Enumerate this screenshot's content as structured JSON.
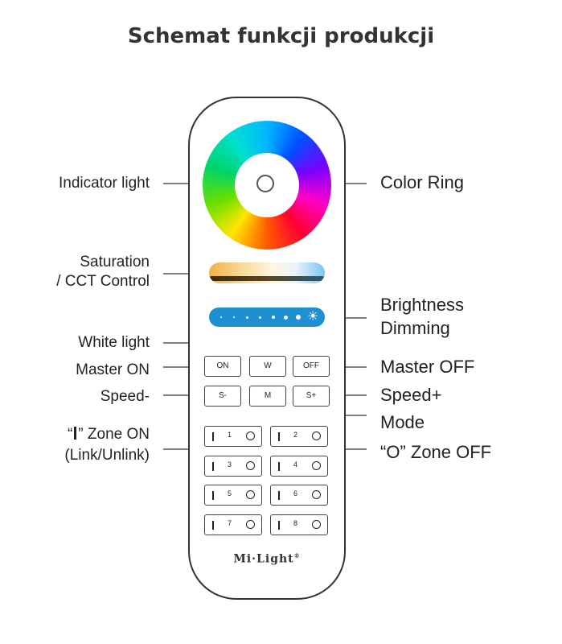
{
  "title": "Schemat funkcji produkcji",
  "labels": {
    "indicator_light": "Indicator light",
    "color_ring": "Color Ring",
    "saturation_1": "Saturation",
    "saturation_2": "/ CCT Control",
    "brightness_1": "Brightness",
    "brightness_2": "Dimming",
    "white_light": "White light",
    "master_on": "Master ON",
    "master_off": "Master OFF",
    "speed_minus": "Speed-",
    "speed_plus": "Speed+",
    "mode": "Mode",
    "zone_on_open": "“",
    "zone_on_close": "” Zone ON",
    "zone_on_2": "(Link/Unlink)",
    "zone_off": "“O” Zone OFF"
  },
  "buttons": {
    "on": "ON",
    "w": "W",
    "off": "OFF",
    "s_minus": "S-",
    "m": "M",
    "s_plus": "S+"
  },
  "zones": [
    "1",
    "2",
    "3",
    "4",
    "5",
    "6",
    "7",
    "8"
  ],
  "brand": "Mi·Light",
  "brand_mark": "®",
  "colors": {
    "outline": "#333333",
    "brightness_bar": "#1e8fd0"
  }
}
